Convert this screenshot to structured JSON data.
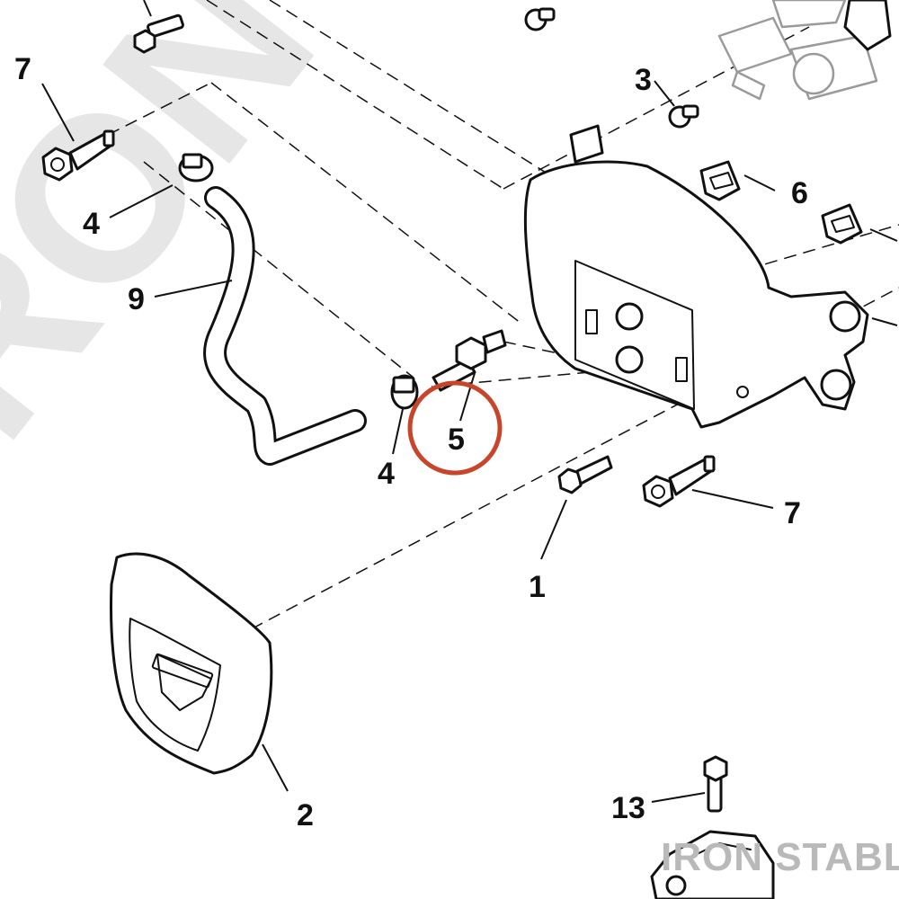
{
  "watermark": {
    "diagonal_text": "IRON STA",
    "corner_text": "IRON STABLE"
  },
  "callouts": {
    "c1": "1",
    "c2": "2",
    "c3": "3",
    "c4_upper": "4",
    "c4_lower": "4",
    "c5": "5",
    "c6": "6",
    "c7_upper": "7",
    "c7_lower": "7",
    "c9": "9",
    "c13": "13"
  },
  "highlight": {
    "target_callout": "5",
    "ring_color": "#c8452a"
  },
  "colors": {
    "ink": "#111111",
    "ghost_part": "#9a9a9a",
    "background": "#ffffff"
  }
}
